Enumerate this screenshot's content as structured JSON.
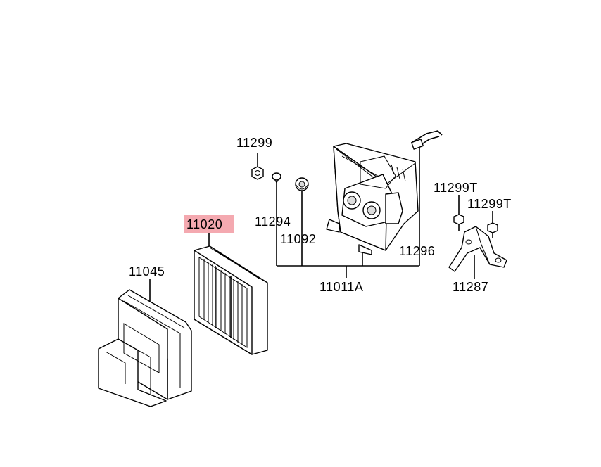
{
  "diagram": {
    "highlight_color": "#f4a9b0",
    "parts": [
      {
        "id": "p11299",
        "number": "11299"
      },
      {
        "id": "p11294",
        "number": "11294"
      },
      {
        "id": "p11092",
        "number": "11092"
      },
      {
        "id": "p11020",
        "number": "11020",
        "highlighted": true
      },
      {
        "id": "p11045",
        "number": "11045"
      },
      {
        "id": "p11011a",
        "number": "11011A"
      },
      {
        "id": "p11296",
        "number": "11296"
      },
      {
        "id": "p11299t_a",
        "number": "11299T"
      },
      {
        "id": "p11299t_b",
        "number": "11299T"
      },
      {
        "id": "p11287",
        "number": "11287"
      }
    ]
  }
}
